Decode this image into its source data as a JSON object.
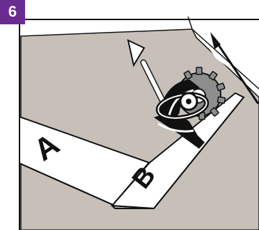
{
  "step": {
    "number": "6",
    "badge_color": "#6a2c91"
  },
  "labels": {
    "a": "A",
    "b": "B"
  },
  "colors": {
    "background": "#ffffff",
    "board_fill": "#c7c0b9",
    "strip_fill": "#ffffff",
    "outline": "#111111",
    "arrow_fill": "#ffffff",
    "tool_fill": "#111111",
    "tool_hub": "#ffffff",
    "tool_secondary": "#8d8d8d"
  },
  "icons": {
    "direction_arrow": "direction-arrow-icon",
    "motion_arrow": "motion-arrow-icon",
    "cutting_tool": "cutting-tool-icon"
  }
}
